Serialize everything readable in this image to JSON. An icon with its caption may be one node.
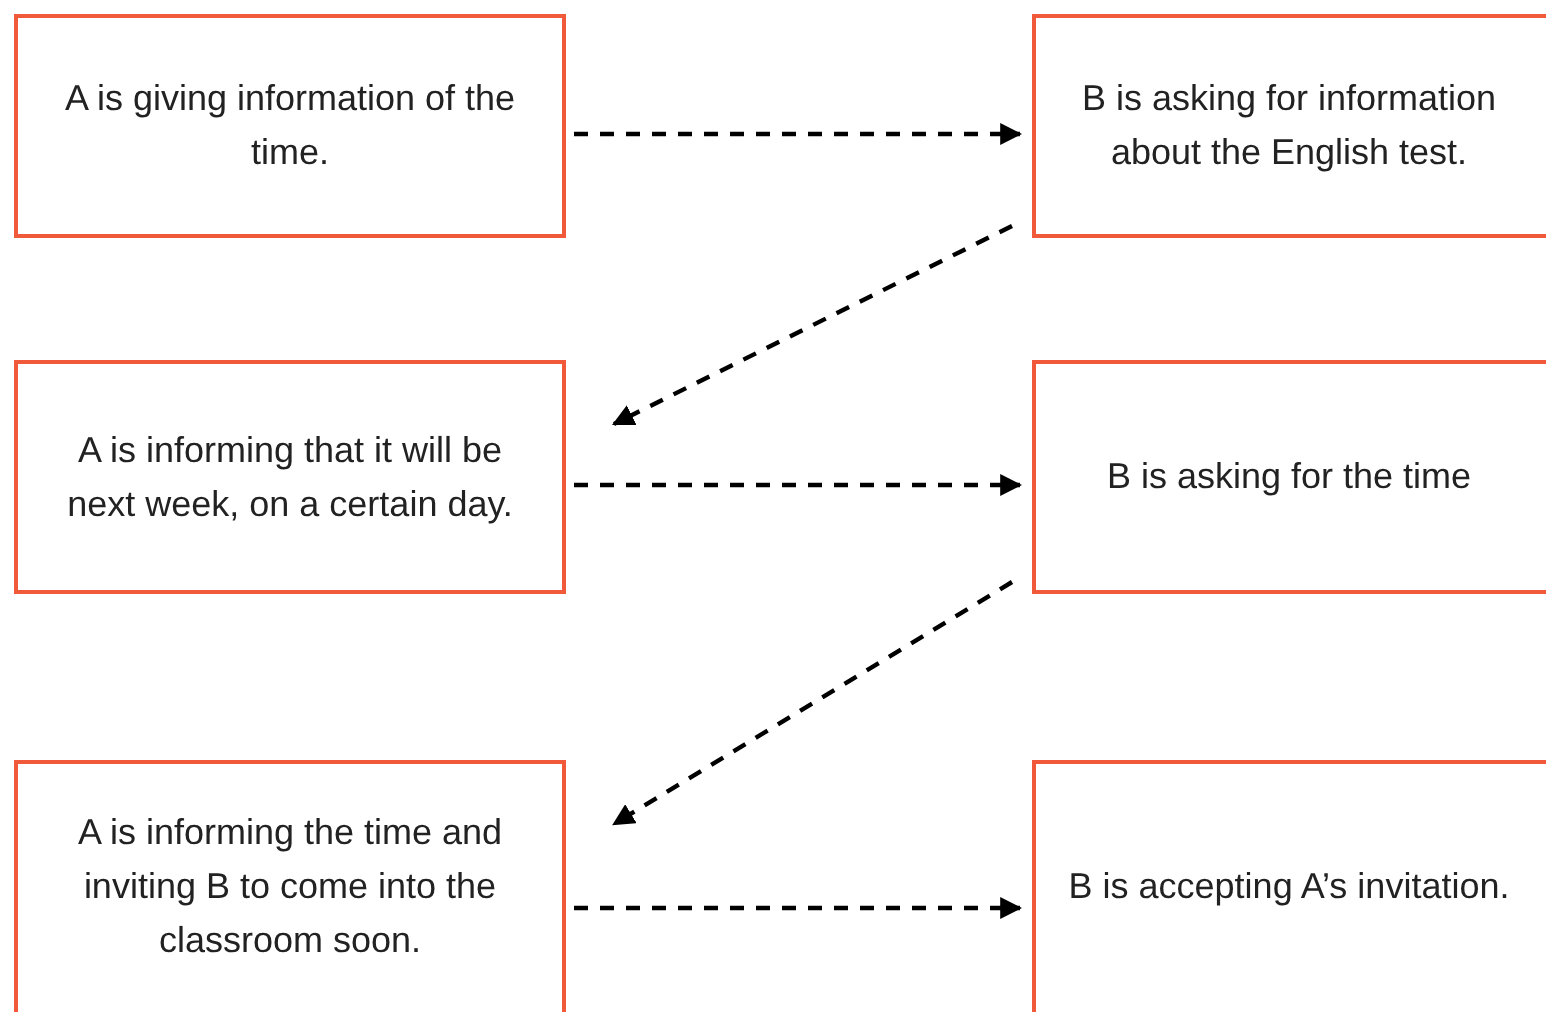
{
  "diagram": {
    "nodes": [
      {
        "text": [
          "A is giving information of the time."
        ]
      },
      {
        "text": [
          "B is asking for information about the English test."
        ]
      },
      {
        "text": [
          "A is informing that it will be next week, on a certain day."
        ]
      },
      {
        "text": [
          "B is asking for the time"
        ]
      },
      {
        "text": [
          "A is informing the time and inviting B to come into the classroom soon."
        ]
      },
      {
        "text": [
          "B is accepting A’s invitation."
        ]
      }
    ],
    "edges": [
      {
        "from": 0,
        "to": 1,
        "arrow": "to",
        "style": "dashed"
      },
      {
        "from": 1,
        "to": 2,
        "arrow": "to",
        "style": "dashed"
      },
      {
        "from": 2,
        "to": 3,
        "arrow": "to",
        "style": "dashed"
      },
      {
        "from": 3,
        "to": 4,
        "arrow": "to",
        "style": "dashed"
      },
      {
        "from": 4,
        "to": 5,
        "arrow": "to",
        "style": "dashed"
      }
    ]
  }
}
